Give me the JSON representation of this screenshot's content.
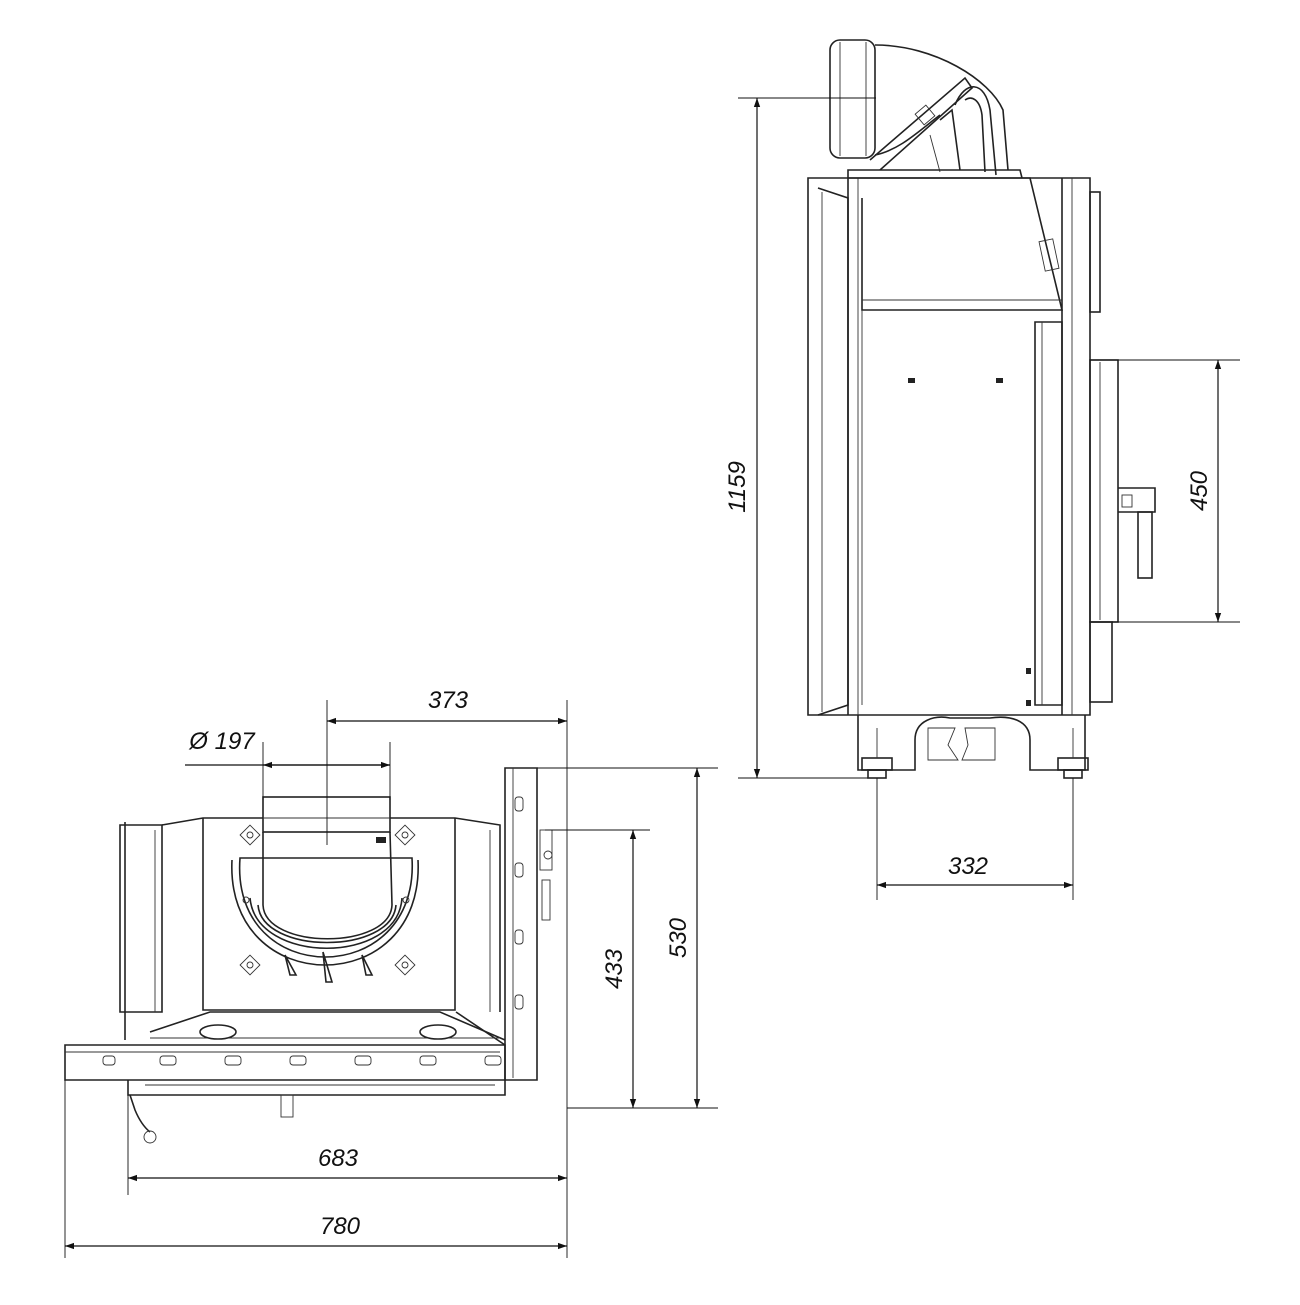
{
  "dimensions": {
    "diameter_flue": "Ø 197",
    "flue_offset": "373",
    "top_depth_inner": "433",
    "top_depth_outer": "530",
    "top_width_inner": "683",
    "top_width_outer": "780",
    "side_height": "1159",
    "side_door_height": "450",
    "side_foot_spacing": "332"
  }
}
